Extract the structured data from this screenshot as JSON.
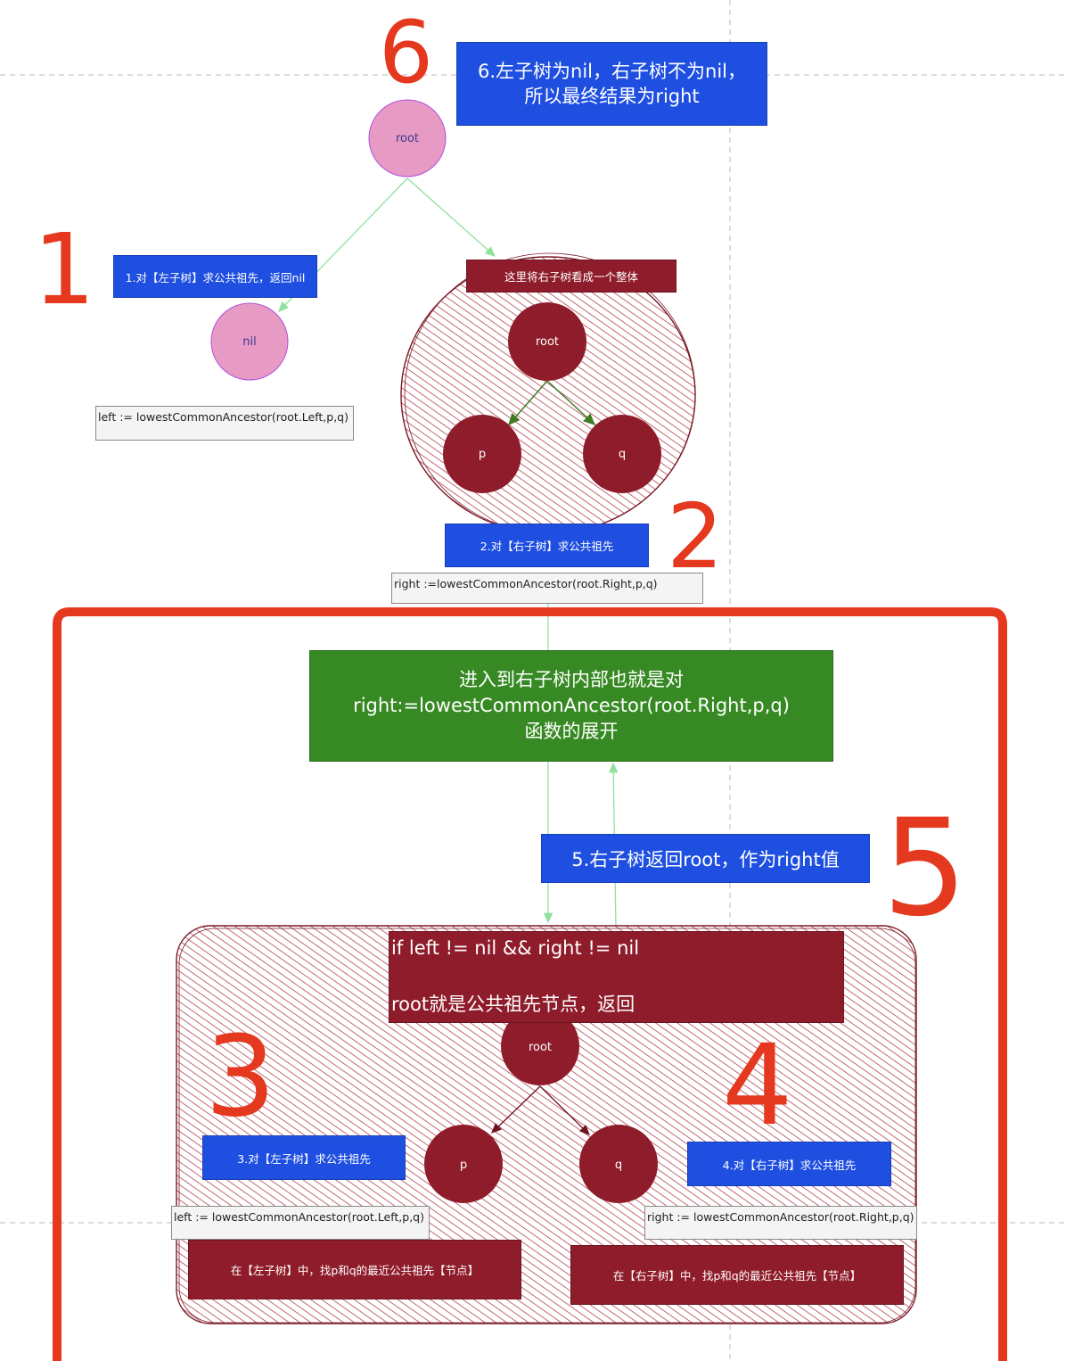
{
  "step_numbers": {
    "one": "1",
    "two": "2",
    "three": "3",
    "four": "4",
    "five": "5",
    "six": "6"
  },
  "top_tree": {
    "root_label": "root",
    "nil_label": "nil",
    "left_step": "1.对【左子树】求公共祖先，返回nil",
    "left_code": "left := lowestCommonAncestor(root.Left,p,q)",
    "right_whole_note": "这里将右子树看成一个整体",
    "inner_root_label": "root",
    "inner_p_label": "p",
    "inner_q_label": "q",
    "right_step": "2.对【右子树】求公共祖先",
    "right_code": "right :=lowestCommonAncestor(root.Right,p,q)"
  },
  "step6": {
    "line1": "6.左子树为nil，右子树不为nil，",
    "line2": "所以最终结果为right"
  },
  "expand_note": {
    "line1": "进入到右子树内部也就是对",
    "line2": "right:=lowestCommonAncestor(root.Right,p,q)",
    "line3": "函数的展开"
  },
  "step5": "5.右子树返回root，作为right值",
  "inner_tree": {
    "condition_line1": "if left != nil && right != nil",
    "condition_line2": "root就是公共祖先节点，返回",
    "root_label": "root",
    "p_label": "p",
    "q_label": "q",
    "left_step": "3.对【左子树】求公共祖先",
    "right_step": "4.对【右子树】求公共祖先",
    "left_code": "left := lowestCommonAncestor(root.Left,p,q)",
    "right_code": "right := lowestCommonAncestor(root.Right,p,q)",
    "left_find": "在【左子树】中，找p和q的最近公共祖先【节点】",
    "right_find": "在【右子树】中，找p和q的最近公共祖先【节点】"
  },
  "colors": {
    "pink_node": "#e79ac3",
    "maroon": "#8f1c2a",
    "blue": "#1f4fe0",
    "green": "#378a23",
    "annotation_red": "#e5391f",
    "edge_green": "#90e0a0"
  }
}
